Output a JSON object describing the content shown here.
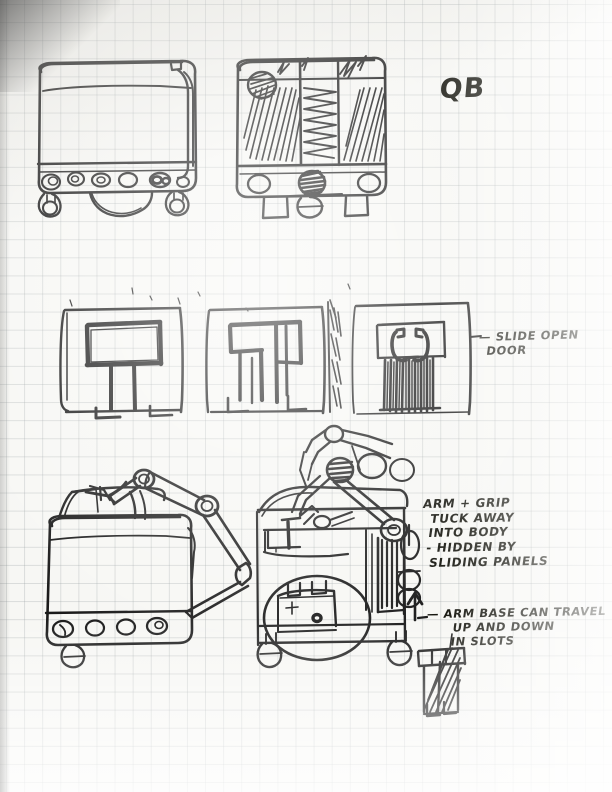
{
  "document": {
    "kind": "hand-drawn concept sketch on graph paper",
    "title_label": "QB",
    "medium": "black ink pen on light grey grid paper"
  },
  "annotations": {
    "title": "QB",
    "door_note": "— SLIDE OPEN\n  DOOR",
    "arm_note": "ARM + GRIP\n  TUCK AWAY\n  INTO BODY\n  - HIDDEN BY\n   SLIDING PANELS",
    "base_note": "— ARM BASE CAN TRAVEL\n      UP AND DOWN\n      IN SLOTS"
  },
  "sketches": [
    {
      "id": "side-view-body",
      "name": "robot body side view",
      "row": "top",
      "column": "left",
      "features": [
        "rounded rectangular chassis",
        "top rail",
        "lower port strip with 6 circles",
        "two small caster wheels",
        "arc of large wheel beneath"
      ]
    },
    {
      "id": "front-view-body",
      "name": "robot body front view",
      "row": "top",
      "column": "right",
      "features": [
        "hatched shaded panels",
        "central vertical shaded column",
        "dark circular port at center",
        "two small circles left and right",
        "two legs / feet",
        "small round foot centre",
        "dark circle upper left"
      ]
    },
    {
      "id": "door-state-closed",
      "name": "sliding door panel state 1",
      "row": "middle",
      "column": "left",
      "features": [
        "outer frame",
        "wide inverted-U recess",
        "vertical slot below"
      ]
    },
    {
      "id": "door-state-opening",
      "name": "sliding door panel state 2",
      "row": "middle",
      "column": "center",
      "features": [
        "outer frame",
        "narrowing recess",
        "twin vertical slots",
        "bracket feet"
      ]
    },
    {
      "id": "door-state-open",
      "name": "sliding door panel state 3",
      "row": "middle",
      "column": "right",
      "features": [
        "outer frame",
        "two hook shapes",
        "dense vertical hatching below"
      ]
    },
    {
      "id": "arm-extended-side",
      "name": "body with articulated arm extended",
      "row": "bottom",
      "column": "left",
      "features": [
        "open lid flap",
        "three-segment articulated arm",
        "two pivot joints",
        "gripper at tip",
        "port strip with 4 circles"
      ]
    },
    {
      "id": "arm-cutaway",
      "name": "cutaway of body with arm and drive wheel",
      "row": "bottom",
      "column": "center",
      "features": [
        "folded arm and gripper above body",
        "arm base carriage",
        "vertical slot rails",
        "large drive wheel",
        "internal box module",
        "two caster wheels",
        "up arrow for travel direction"
      ]
    },
    {
      "id": "slot-detail",
      "name": "arm base slot detail",
      "row": "bottom",
      "column": "right",
      "features": [
        "small hatched carriage in slot"
      ]
    }
  ],
  "colors": {
    "ink": "#1b1b1b",
    "paper": "#f7f7f4",
    "grid_line": "#969ea0"
  }
}
